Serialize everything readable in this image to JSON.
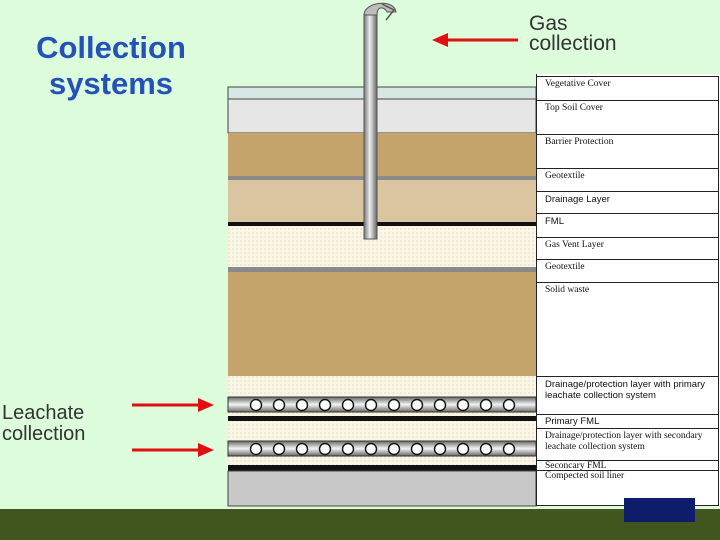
{
  "title": [
    "Collection",
    "systems"
  ],
  "gas_label": [
    "Gas",
    "collection"
  ],
  "leachate_label": [
    "Leachate",
    "collection"
  ],
  "layers": [
    {
      "label": "Vegetative Cover",
      "font": "serif"
    },
    {
      "label": "Top Soil Cover",
      "font": "serif"
    },
    {
      "label": "Barrier Protection",
      "font": "serif"
    },
    {
      "label": "Geotextile",
      "font": "serif"
    },
    {
      "label": "Drainage Layer",
      "font": "sans"
    },
    {
      "label": "FML",
      "font": "sans"
    },
    {
      "label": "Gas Vent Layer",
      "font": "serif"
    },
    {
      "label": "Geotextile",
      "font": "serif"
    },
    {
      "label": "Solid waste",
      "font": "serif"
    },
    {
      "label": "Drainage/protection layer with primary leachate collection system",
      "font": "sans"
    },
    {
      "label": "Primary FML",
      "font": "sans"
    },
    {
      "label": "Drainage/protection layer with secondary leachate collection system",
      "font": "serif"
    },
    {
      "label": "Seconcary FML",
      "font": "serif"
    },
    {
      "label": "Compected soil liner",
      "font": "serif"
    }
  ],
  "colors": {
    "background": "#dcfcdc",
    "title": "#2352b8",
    "arrow": "#e01010",
    "footer": "#40561e"
  }
}
